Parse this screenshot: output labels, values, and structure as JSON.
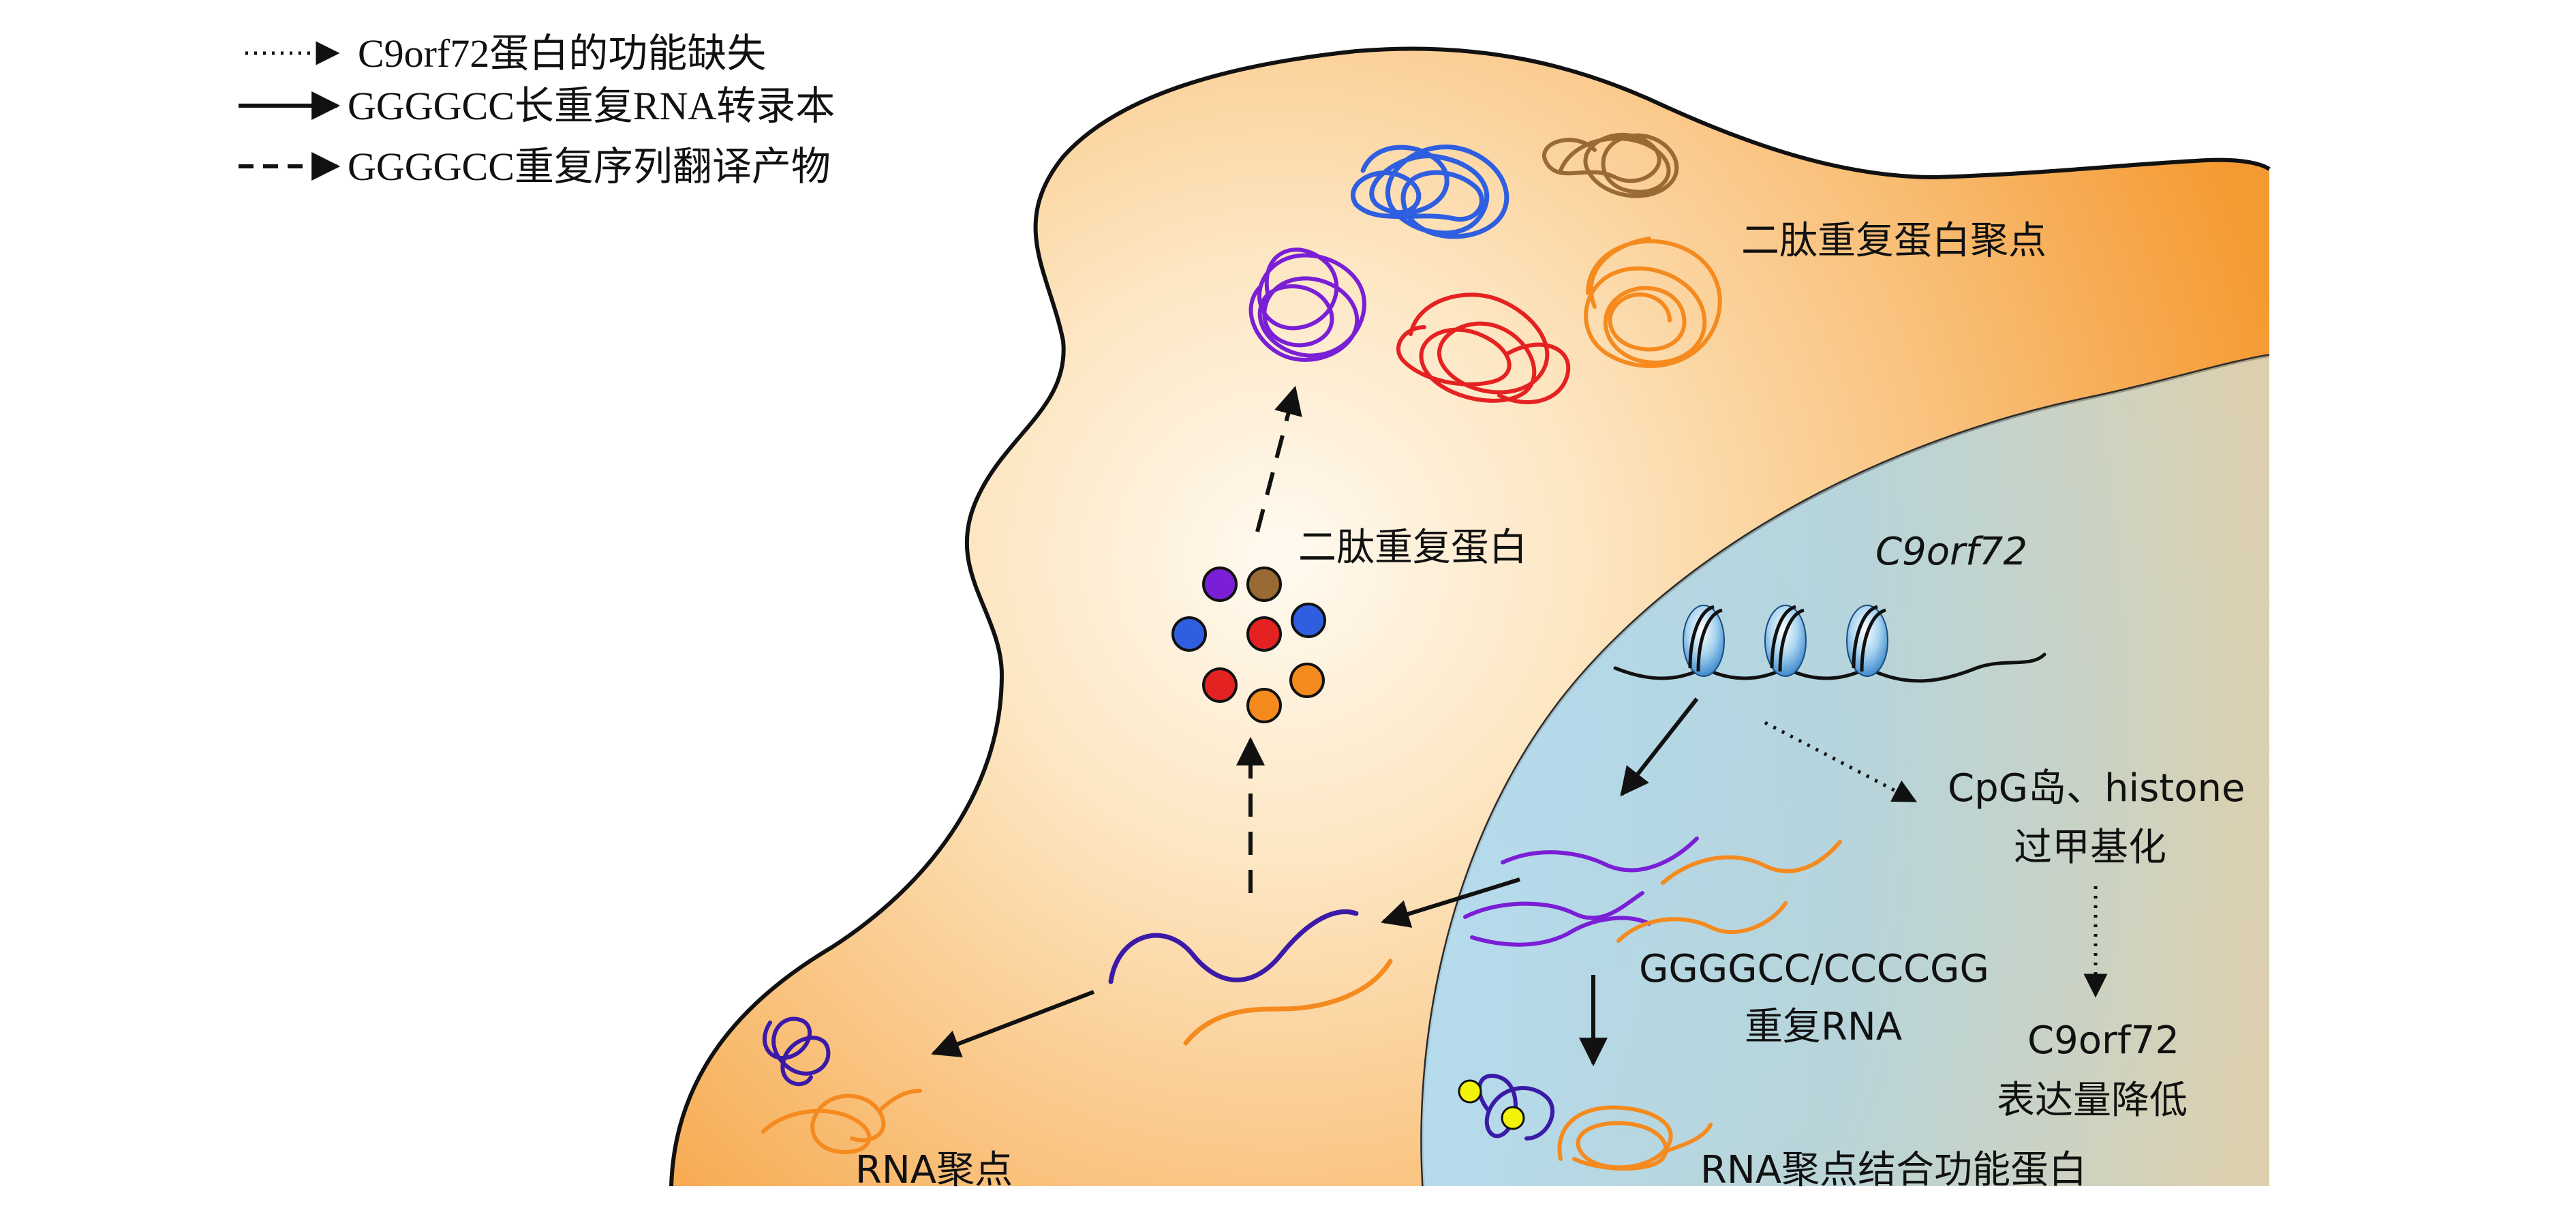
{
  "legend": {
    "items": [
      {
        "style": "dotted",
        "label": "C9orf72蛋白的功能缺失"
      },
      {
        "style": "solid",
        "label": "GGGGCC长重复RNA转录本"
      },
      {
        "style": "dashed",
        "label": "GGGGCC重复序列翻译产物"
      }
    ]
  },
  "labels": {
    "dpr_aggregates": "二肽重复蛋白聚点",
    "dpr_proteins": "二肽重复蛋白",
    "gene": "C9orf72",
    "methylation_line1": "CpG岛、histone",
    "methylation_line2": "过甲基化",
    "repeat_rna_line1": "GGGGCC/CCCCGG",
    "repeat_rna_line2": "重复RNA",
    "reduced_expression_line1": "C9orf72",
    "reduced_expression_line2": "表达量降低",
    "rna_foci_cytoplasm": "RNA聚点",
    "rna_foci_binding": "RNA聚点结合功能蛋白"
  },
  "colors": {
    "cytoplasm_edge": "#f6a23a",
    "cytoplasm_center": "#fffaf0",
    "nucleus_edge": "#7fbad4",
    "nucleus_center": "#b4dbeb",
    "purple": "#7a1fd6",
    "brown": "#9a6a34",
    "blue": "#2f5fe0",
    "red": "#e52222",
    "orange": "#f58a1f",
    "dark_blue": "#3b1aa8",
    "yellow": "#f3f30a"
  }
}
